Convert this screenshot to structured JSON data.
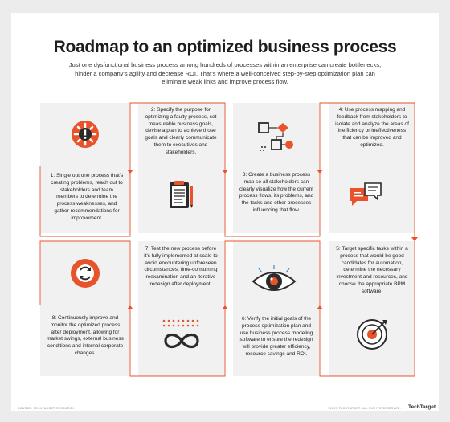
{
  "title": "Roadmap to an optimized business process",
  "intro": "Just one dysfunctional business process among hundreds of processes within an enterprise can create bottlenecks, hinder a company's agility and decrease ROI. That's where a well-conceived step-by-step optimization plan can eliminate weak links and improve process flow.",
  "steps": [
    {
      "text": "1: Single out one process that's creating problems, reach out to stakeholders and team members to determine the process weaknesses, and gather recommendations for improvement.",
      "icon": "gear-warning-icon"
    },
    {
      "text": "2: Specify the purpose for optimizing a faulty process, set measurable business goals, devise a plan to achieve those goals and clearly communicate them to executives and stakeholders.",
      "icon": "clipboard-icon"
    },
    {
      "text": "3: Create a business process map so all stakeholders can clearly visualize how the current process flows, its problems, and the tasks and other processes influencing that flow.",
      "icon": "process-map-icon"
    },
    {
      "text": "4: Use process mapping and feedback from stakeholders to isolate and analyze the areas of inefficiency or ineffectiveness that can be improved and optimized.",
      "icon": "feedback-icon"
    },
    {
      "text": "5: Target specific tasks within a process that would be good candidates for automation, determine the necessary investment and resources, and choose the appropriate BPM software.",
      "icon": "target-icon"
    },
    {
      "text": "6: Verify the initial goals of the process optimization plan and use business process modeling software to ensure the redesign will provide greater efficiency, resource savings and ROI.",
      "icon": "eye-icon"
    },
    {
      "text": "7: Test the new process before it's fully implemented at scale to avoid encountering unforeseen circumstances, time-consuming reexamination and an iterative redesign after deployment.",
      "icon": "loop-icon"
    },
    {
      "text": "8: Continuously improve and monitor the optimized process after deployment, allowing for market swings, external business conditions and internal corporate changes.",
      "icon": "refresh-icon"
    }
  ],
  "footer": {
    "left": "SOURCE: TECHTARGET RESEARCH",
    "right": "©2023 TECHTARGET. ALL RIGHTS RESERVED.",
    "logo": "TechTarget"
  },
  "colors": {
    "accent": "#e8532b",
    "dark": "#2b2b2b",
    "card": "#f1f1f1",
    "blue": "#3a8fc1"
  }
}
